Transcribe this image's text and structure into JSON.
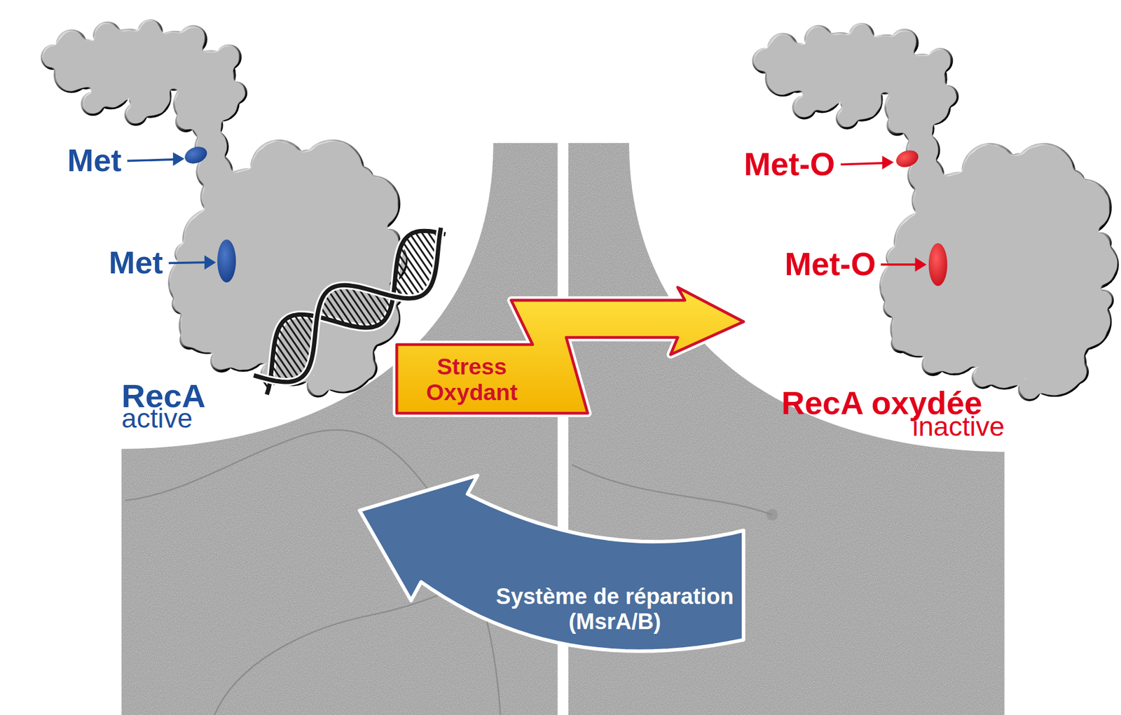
{
  "diagram": {
    "nodes": [
      {
        "text": [
          "RecA",
          "active"
        ]
      },
      {
        "text": [
          "RecA oxydée",
          "inactive"
        ]
      }
    ],
    "edges": [
      {
        "from": 0,
        "to": 1,
        "arrow": "to",
        "label": "Stress Oxydant"
      },
      {
        "from": 1,
        "to": 0,
        "arrow": "to",
        "label": "Système de réparation (MsrA/B)"
      }
    ],
    "labels": [
      "Met",
      "Met",
      "Met-O",
      "Met-O"
    ]
  }
}
